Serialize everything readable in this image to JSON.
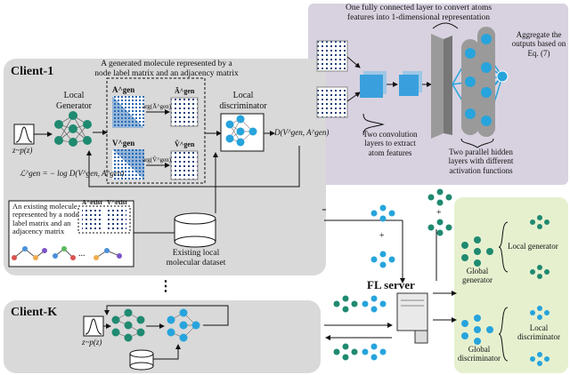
{
  "client1": {
    "title": "Client-1",
    "generated_caption_1": "A generated molecule represented by a",
    "generated_caption_2": "node label matrix and an adjacency matrix",
    "local_generator_1": "Local",
    "local_generator_2": "Generator",
    "local_discriminator_1": "Local",
    "local_discriminator_2": "discriminator",
    "noise_label": "z~p(z)",
    "matrix_A_gen": "A^gen",
    "matrix_V_gen": "V^gen",
    "mat_A_tilde": "Ã^gen",
    "mat_V_tilde": "Ṽ^gen",
    "arg_A": "arg(Ã^gen)",
    "arg_V": "arg(Ṽ^gen)",
    "disc_output": "D(V^gen, A^gen)",
    "loss": "ℒ^gen = − log D(V^gen, A^gen)",
    "existing_caption_1": "An existing molecule",
    "existing_caption_2": "represented by a node",
    "existing_caption_3": "label matrix and an",
    "existing_caption_4": "adjacency matrix",
    "A_exist": "A^exist",
    "V_exist": "V^exist",
    "ellipsis": "...",
    "dataset_1": "Existing local",
    "dataset_2": "molecular dataset"
  },
  "vertical_dots": "⋮",
  "clientK": {
    "title": "Client-K",
    "noise_label": "z~p(z)"
  },
  "server": {
    "label": "FL server",
    "plus": "+"
  },
  "zoom": {
    "top_caption_1": "One fully connected layer to convert atoms",
    "top_caption_2": "features into 1-dimensional representation",
    "aggregate_1": "Aggregate the",
    "aggregate_2": "outputs based on",
    "aggregate_3": "Eq. (7)",
    "conv_1": "Two convolution",
    "conv_2": "layers to extract",
    "conv_3": "atom features",
    "hidden_1": "Two parallel hidden",
    "hidden_2": "layers with different",
    "hidden_3": "activation functions"
  },
  "global": {
    "global_generator_1": "Global",
    "global_generator_2": "generator",
    "local_generator": "Local generator",
    "global_discriminator_1": "Global",
    "global_discriminator_2": "discriminator",
    "local_discriminator_1": "Local",
    "local_discriminator_2": "discriminator"
  },
  "colors": {
    "generator_green": "#1f8a70",
    "discriminator_blue": "#27a4dc",
    "matrix_blue": "#2a6bb3",
    "panel_gray": "#d9d9d9",
    "zoom_purple": "#d8d2e0",
    "global_green": "#e6f0cf"
  }
}
